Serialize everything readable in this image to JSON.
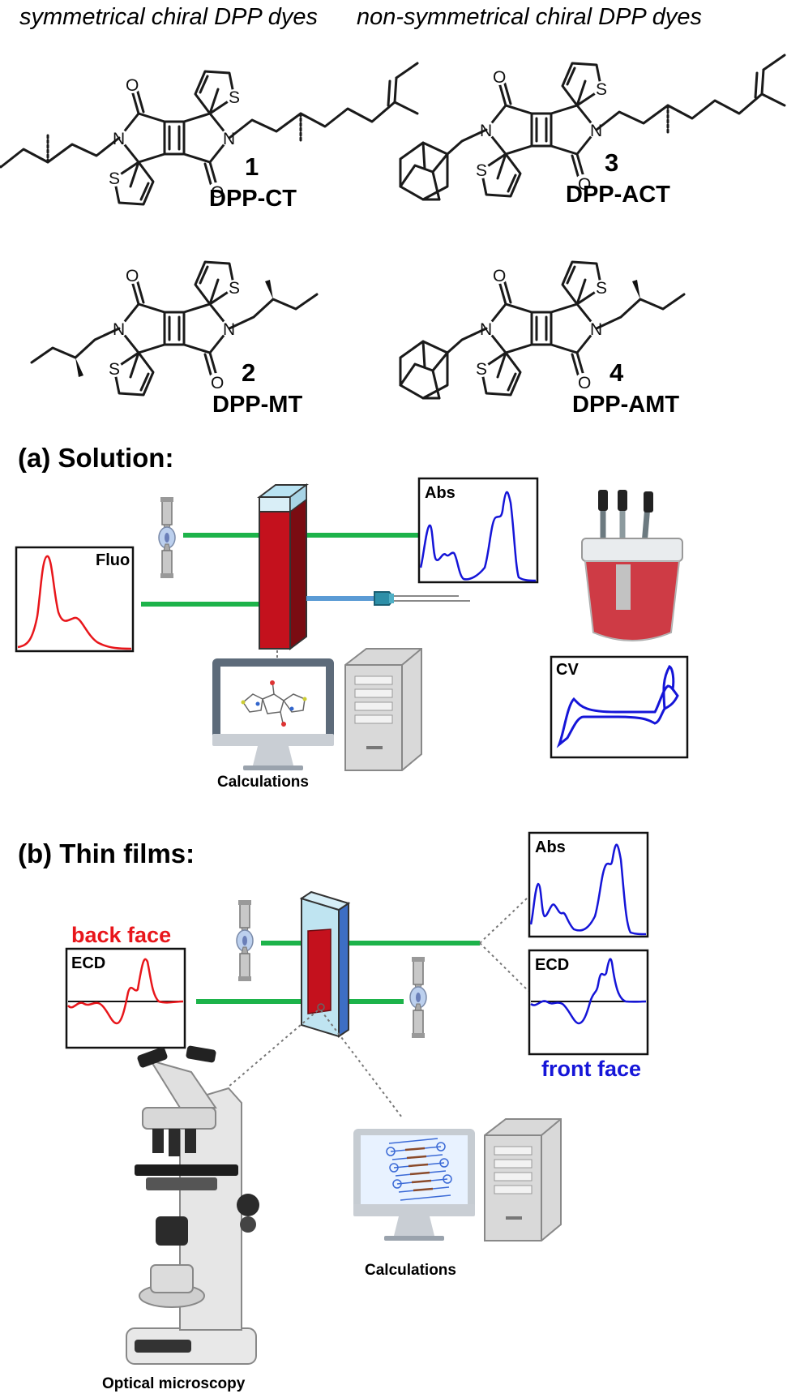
{
  "headings": {
    "symmetrical": "symmetrical chiral DPP dyes",
    "nonsymmetrical": "non-symmetrical chiral DPP dyes"
  },
  "molecules": [
    {
      "number": "1",
      "code": "DPP-CT"
    },
    {
      "number": "3",
      "code": "DPP-ACT"
    },
    {
      "number": "2",
      "code": "DPP-MT"
    },
    {
      "number": "4",
      "code": "DPP-AMT"
    }
  ],
  "atoms": {
    "oxygen": "O",
    "nitrogen": "N",
    "sulfur": "S"
  },
  "solution": {
    "title": "(a) Solution:",
    "fluo_label": "Fluo",
    "abs_label": "Abs",
    "cv_label": "CV",
    "calc_label": "Calculations"
  },
  "films": {
    "title": "(b) Thin films:",
    "back_face": "back face",
    "front_face": "front face",
    "ecd_back_label": "ECD",
    "abs_label": "Abs",
    "ecd_front_label": "ECD",
    "microscopy_label": "Optical microscopy",
    "calc_label": "Calculations"
  },
  "colors": {
    "beam": "#1db34a",
    "fluo_curve": "#e8161b",
    "abs_curve": "#1515d8",
    "back_face": "#e8161b",
    "front_face": "#1515d8",
    "cuvette_solution": "#c4111d"
  }
}
